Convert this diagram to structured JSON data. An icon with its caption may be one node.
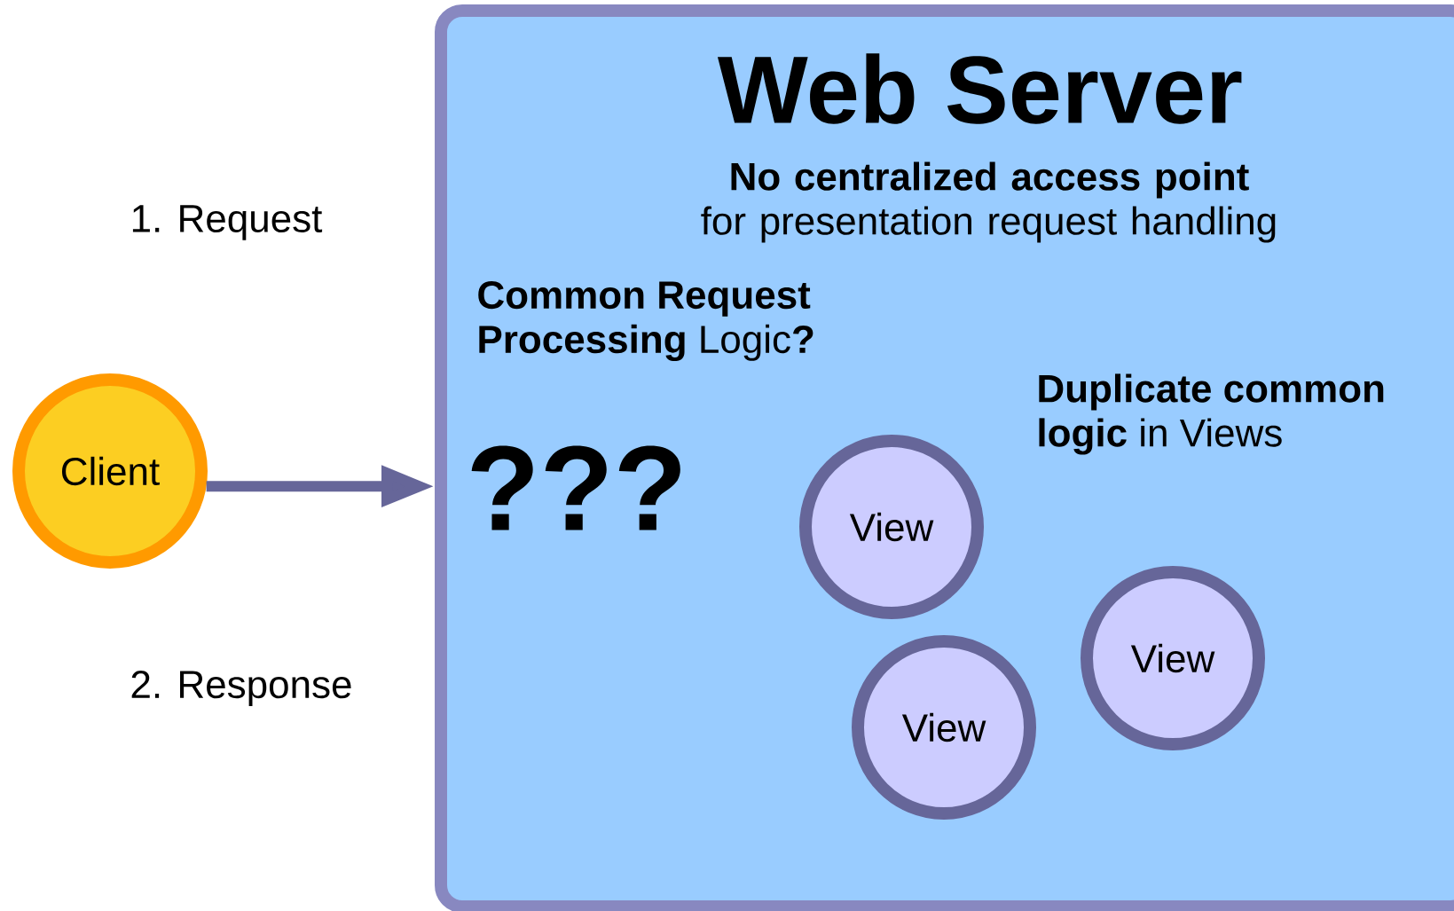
{
  "diagram": {
    "nodes": [
      {
        "text": [
          "Web Server",
          "**No centralized access point** for presentation request handling",
          "**Common Request Processing** Logic**?**",
          "???",
          "**Duplicate common logic** in Views"
        ]
      },
      {
        "text": [
          "Client"
        ]
      },
      {
        "text": [
          "View"
        ],
        "in": 0
      },
      {
        "text": [
          "View"
        ],
        "in": 0
      },
      {
        "text": [
          "View"
        ],
        "in": 0
      }
    ],
    "edges": [
      {
        "from": 1,
        "to": 0,
        "arrow": "to"
      }
    ],
    "labels": [
      "1. Request",
      "2. Response"
    ]
  }
}
